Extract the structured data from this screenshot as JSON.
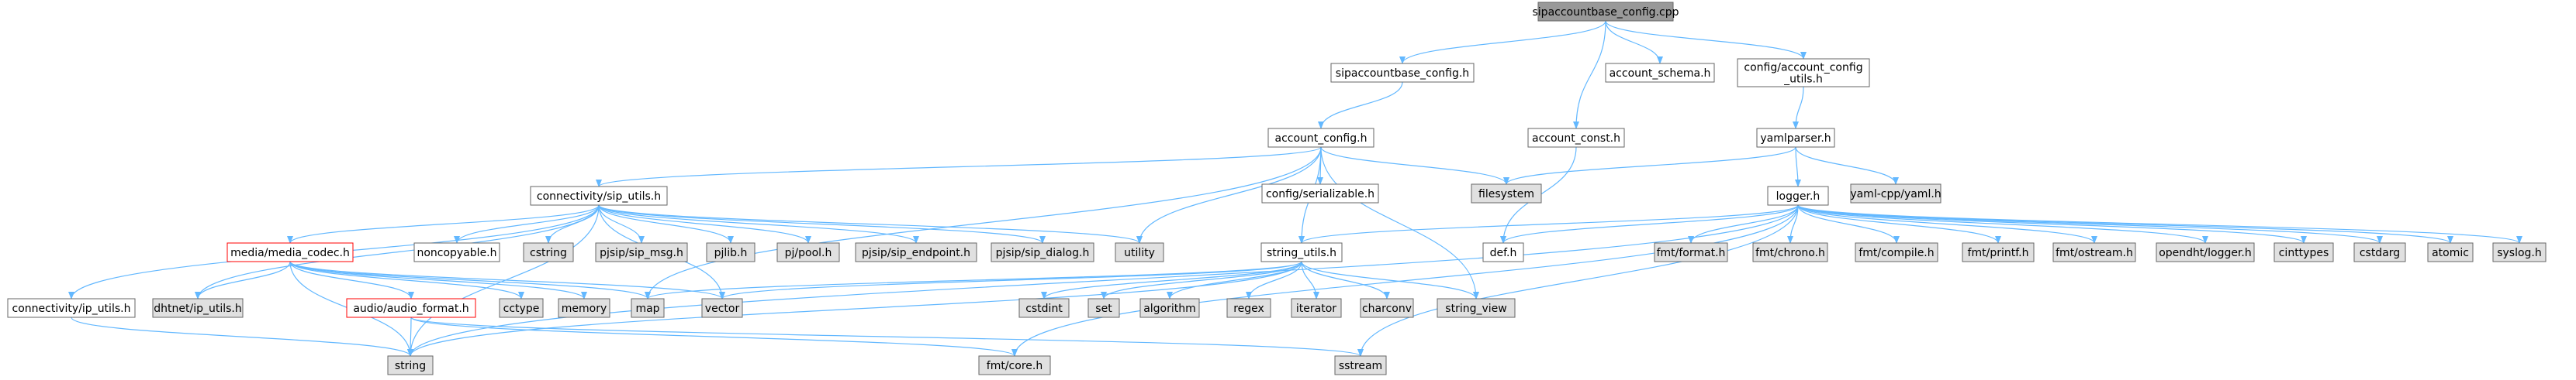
{
  "diagram": {
    "colors": {
      "edge": "#63b8ff",
      "border_default": "#666666",
      "border_error": "#ff0000",
      "fill_root": "#999999",
      "fill_local": "#ffffff",
      "fill_system": "#e0e0e0",
      "text": "#000000"
    },
    "nodes": [
      {
        "id": "root",
        "label": "sipaccountbase_config.cpp",
        "kind": "root"
      },
      {
        "id": "sabh",
        "label": "sipaccountbase_config.h",
        "kind": "local"
      },
      {
        "id": "schema",
        "label": "account_schema.h",
        "kind": "local"
      },
      {
        "id": "acu",
        "label": [
          "config/account_config",
          "_utils.h"
        ],
        "kind": "local"
      },
      {
        "id": "acch",
        "label": "account_config.h",
        "kind": "local"
      },
      {
        "id": "aconst",
        "label": "account_const.h",
        "kind": "local"
      },
      {
        "id": "yamlp",
        "label": "yamlparser.h",
        "kind": "local"
      },
      {
        "id": "sipu",
        "label": "connectivity/sip_utils.h",
        "kind": "local"
      },
      {
        "id": "cser",
        "label": "config/serializable.h",
        "kind": "local"
      },
      {
        "id": "fs",
        "label": "filesystem",
        "kind": "system"
      },
      {
        "id": "logger",
        "label": "logger.h",
        "kind": "local"
      },
      {
        "id": "yamlcpp",
        "label": "yaml-cpp/yaml.h",
        "kind": "system"
      },
      {
        "id": "mcodec",
        "label": "media/media_codec.h",
        "kind": "error"
      },
      {
        "id": "noncopy",
        "label": "noncopyable.h",
        "kind": "local"
      },
      {
        "id": "cstring",
        "label": "cstring",
        "kind": "system"
      },
      {
        "id": "sipmsg",
        "label": "pjsip/sip_msg.h",
        "kind": "system"
      },
      {
        "id": "pjlib",
        "label": "pjlib.h",
        "kind": "system"
      },
      {
        "id": "pjpool",
        "label": "pj/pool.h",
        "kind": "system"
      },
      {
        "id": "sipep",
        "label": "pjsip/sip_endpoint.h",
        "kind": "system"
      },
      {
        "id": "sipdlg",
        "label": "pjsip/sip_dialog.h",
        "kind": "system"
      },
      {
        "id": "utility",
        "label": "utility",
        "kind": "system"
      },
      {
        "id": "su",
        "label": "string_utils.h",
        "kind": "local"
      },
      {
        "id": "defh",
        "label": "def.h",
        "kind": "local"
      },
      {
        "id": "ffmt",
        "label": "fmt/format.h",
        "kind": "system"
      },
      {
        "id": "fchrono",
        "label": "fmt/chrono.h",
        "kind": "system"
      },
      {
        "id": "fcomp",
        "label": "fmt/compile.h",
        "kind": "system"
      },
      {
        "id": "fprintf",
        "label": "fmt/printf.h",
        "kind": "system"
      },
      {
        "id": "fostream",
        "label": "fmt/ostream.h",
        "kind": "system"
      },
      {
        "id": "odlogger",
        "label": "opendht/logger.h",
        "kind": "system"
      },
      {
        "id": "cinttypes",
        "label": "cinttypes",
        "kind": "system"
      },
      {
        "id": "cstdarg",
        "label": "cstdarg",
        "kind": "system"
      },
      {
        "id": "atomic",
        "label": "atomic",
        "kind": "system"
      },
      {
        "id": "syslog",
        "label": "syslog.h",
        "kind": "system"
      },
      {
        "id": "ipu",
        "label": "connectivity/ip_utils.h",
        "kind": "local"
      },
      {
        "id": "dhtip",
        "label": "dhtnet/ip_utils.h",
        "kind": "system"
      },
      {
        "id": "aaf",
        "label": "audio/audio_format.h",
        "kind": "error"
      },
      {
        "id": "cctype",
        "label": "cctype",
        "kind": "system"
      },
      {
        "id": "memory",
        "label": "memory",
        "kind": "system"
      },
      {
        "id": "map",
        "label": "map",
        "kind": "system"
      },
      {
        "id": "vector",
        "label": "vector",
        "kind": "system"
      },
      {
        "id": "cstdint",
        "label": "cstdint",
        "kind": "system"
      },
      {
        "id": "set",
        "label": "set",
        "kind": "system"
      },
      {
        "id": "algorithm",
        "label": "algorithm",
        "kind": "system"
      },
      {
        "id": "regex",
        "label": "regex",
        "kind": "system"
      },
      {
        "id": "iterator",
        "label": "iterator",
        "kind": "system"
      },
      {
        "id": "charconv",
        "label": "charconv",
        "kind": "system"
      },
      {
        "id": "sview",
        "label": "string_view",
        "kind": "system"
      },
      {
        "id": "string",
        "label": "string",
        "kind": "system"
      },
      {
        "id": "fcore",
        "label": "fmt/core.h",
        "kind": "system"
      },
      {
        "id": "sstream",
        "label": "sstream",
        "kind": "system"
      }
    ],
    "edges": [
      [
        "root",
        "sabh"
      ],
      [
        "root",
        "schema"
      ],
      [
        "root",
        "acu"
      ],
      [
        "root",
        "aconst"
      ],
      [
        "sabh",
        "acch"
      ],
      [
        "acu",
        "yamlp"
      ],
      [
        "acch",
        "sipu"
      ],
      [
        "acch",
        "cser"
      ],
      [
        "acch",
        "fs"
      ],
      [
        "acch",
        "utility"
      ],
      [
        "acch",
        "su"
      ],
      [
        "acch",
        "map"
      ],
      [
        "acch",
        "sview"
      ],
      [
        "aconst",
        "defh"
      ],
      [
        "yamlp",
        "fs"
      ],
      [
        "yamlp",
        "logger"
      ],
      [
        "yamlp",
        "yamlcpp"
      ],
      [
        "logger",
        "su"
      ],
      [
        "logger",
        "defh"
      ],
      [
        "logger",
        "ffmt"
      ],
      [
        "logger",
        "fchrono"
      ],
      [
        "logger",
        "fcomp"
      ],
      [
        "logger",
        "fprintf"
      ],
      [
        "logger",
        "fostream"
      ],
      [
        "logger",
        "odlogger"
      ],
      [
        "logger",
        "cinttypes"
      ],
      [
        "logger",
        "cstdarg"
      ],
      [
        "logger",
        "atomic"
      ],
      [
        "logger",
        "syslog"
      ],
      [
        "logger",
        "string"
      ],
      [
        "logger",
        "fcore"
      ],
      [
        "logger",
        "sstream"
      ],
      [
        "sipu",
        "ipu"
      ],
      [
        "sipu",
        "dhtip"
      ],
      [
        "sipu",
        "mcodec"
      ],
      [
        "sipu",
        "noncopy"
      ],
      [
        "sipu",
        "cstring"
      ],
      [
        "sipu",
        "sipmsg"
      ],
      [
        "sipu",
        "pjlib"
      ],
      [
        "sipu",
        "pjpool"
      ],
      [
        "sipu",
        "sipep"
      ],
      [
        "sipu",
        "sipdlg"
      ],
      [
        "sipu",
        "utility"
      ],
      [
        "sipu",
        "string"
      ],
      [
        "sipu",
        "vector"
      ],
      [
        "mcodec",
        "dhtip"
      ],
      [
        "mcodec",
        "aaf"
      ],
      [
        "mcodec",
        "cctype"
      ],
      [
        "mcodec",
        "memory"
      ],
      [
        "mcodec",
        "map"
      ],
      [
        "mcodec",
        "vector"
      ],
      [
        "mcodec",
        "string"
      ],
      [
        "ipu",
        "string"
      ],
      [
        "aaf",
        "string"
      ],
      [
        "aaf",
        "fcore"
      ],
      [
        "aaf",
        "sstream"
      ],
      [
        "su",
        "cstdint"
      ],
      [
        "su",
        "set"
      ],
      [
        "su",
        "algorithm"
      ],
      [
        "su",
        "regex"
      ],
      [
        "su",
        "iterator"
      ],
      [
        "su",
        "charconv"
      ],
      [
        "su",
        "sview"
      ],
      [
        "su",
        "string"
      ],
      [
        "su",
        "map"
      ],
      [
        "su",
        "vector"
      ]
    ]
  }
}
